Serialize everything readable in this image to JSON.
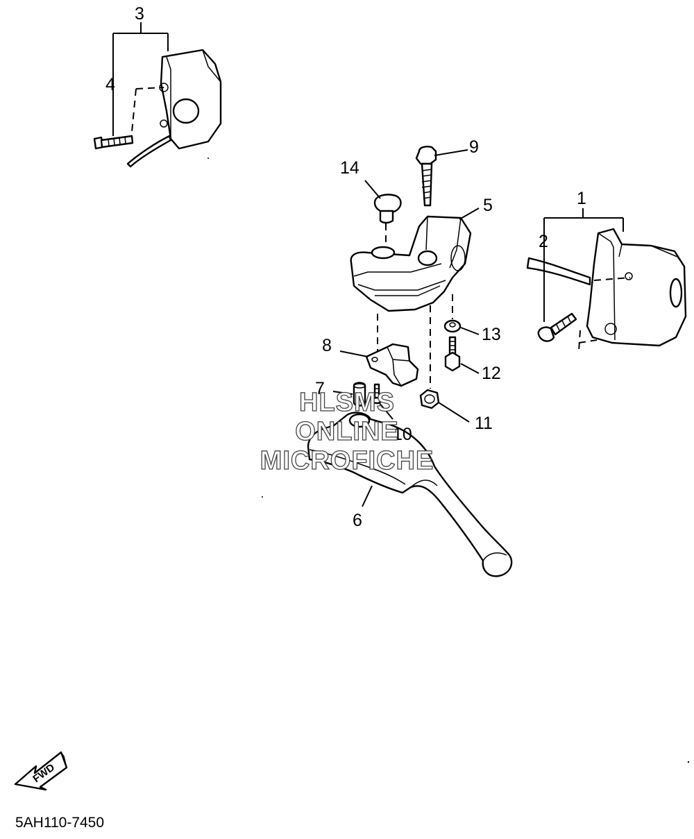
{
  "callouts": [
    "1",
    "2",
    "3",
    "4",
    "5",
    "6",
    "7",
    "8",
    "9",
    "10",
    "11",
    "12",
    "13",
    "14"
  ],
  "watermark": {
    "line1": "HLSMS",
    "line2": "ONLINE",
    "line3": "MICROFICHE"
  },
  "fwd_label": "FWD",
  "diagram_code": "5AH110-7450"
}
